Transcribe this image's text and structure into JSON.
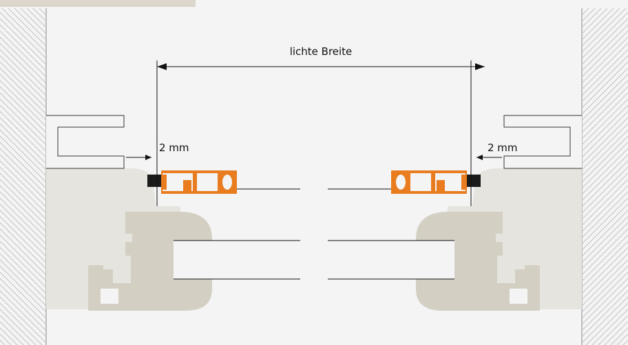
{
  "labels": {
    "clear_width": "lichte Breite",
    "gap_left": "2 mm",
    "gap_right": "2 mm"
  },
  "colors": {
    "background": "#f4f4f4",
    "frame_light": "#e5e4de",
    "frame_dark": "#d3d0c3",
    "profile": "#e87c1e",
    "tab": "#dcd7ca",
    "lines": "#111111"
  }
}
